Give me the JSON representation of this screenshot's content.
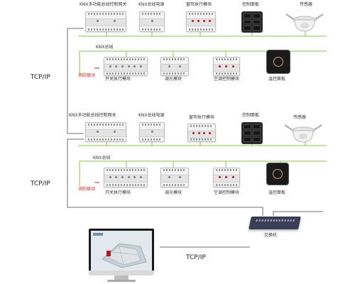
{
  "diagram": {
    "labels": {
      "tcpip_top": "TCP/IP",
      "tcpip_mid": "TCP/IP",
      "tcpip_bottom": "TCP/IP",
      "switch": "交换机"
    },
    "group1": {
      "gateway": "KNX多功能总线控制网关",
      "power": "KNX总线电源",
      "curtain": "窗帘执行模块",
      "panel": "控制面板",
      "sensor": "传感器",
      "bus": "KNX总线",
      "fire": "消防联动",
      "switch_module": "开关执行模块",
      "dimmer": "调光模块",
      "ac": "空调控制模块",
      "thermostat": "温控面板"
    },
    "group2": {
      "gateway": "KNX多功能总线控制网关",
      "power": "KNX总线电源",
      "curtain": "窗帘执行模块",
      "panel": "控制面板",
      "sensor": "传感器",
      "bus": "KNX总线",
      "fire": "消防联动",
      "switch_module": "开关执行模块",
      "dimmer": "调光模块",
      "ac": "空调控制模块",
      "thermostat": "温控面板"
    },
    "colors": {
      "bus_green": "#8bc34a",
      "wire_gray": "#6f6f6f",
      "fire_red": "#c62828"
    }
  }
}
